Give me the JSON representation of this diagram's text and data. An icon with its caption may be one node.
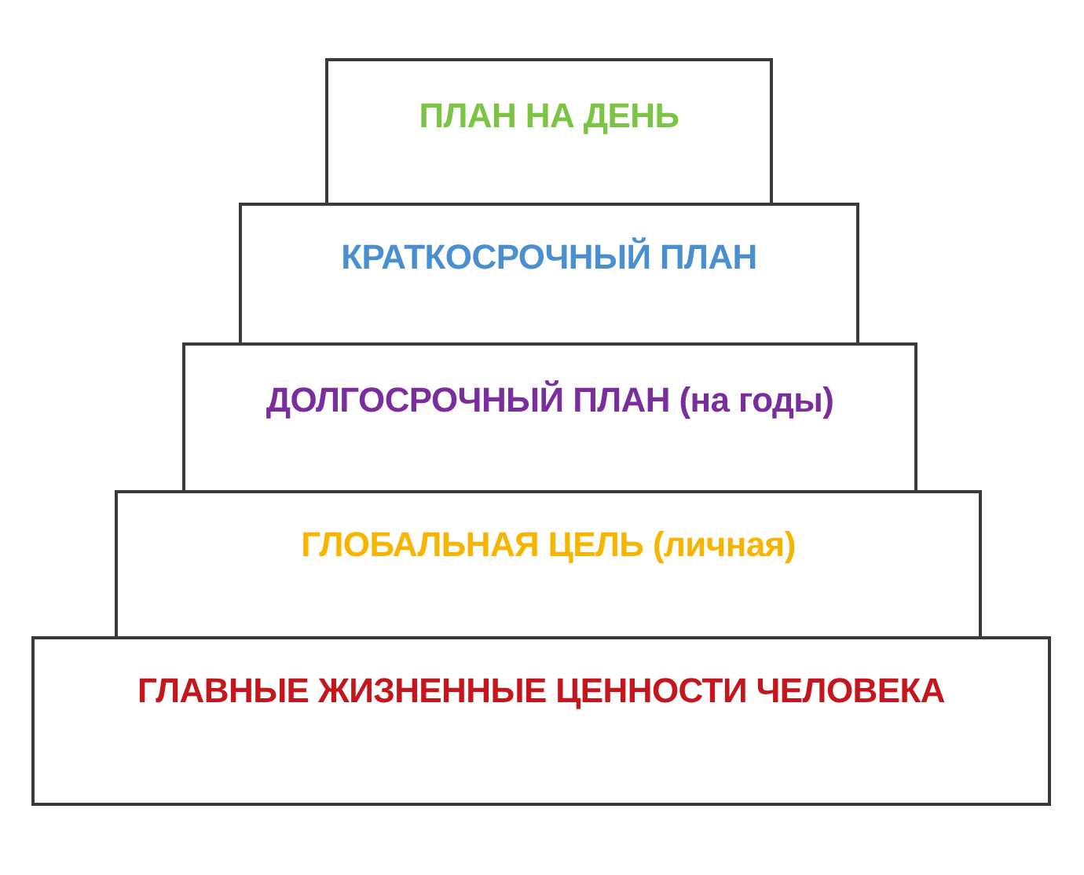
{
  "diagram": {
    "nodes": [
      {
        "text": [
          "ПЛАН НА ДЕНЬ"
        ]
      },
      {
        "text": [
          "КРАТКОСРОЧНЫЙ ПЛАН"
        ]
      },
      {
        "text": [
          "ДОЛГОСРОЧНЫЙ ПЛАН (на годы)"
        ]
      },
      {
        "text": [
          "ГЛОБАЛЬНАЯ ЦЕЛЬ (личная)"
        ]
      },
      {
        "text": [
          "ГЛАВНЫЕ ЖИЗНЕННЫЕ ЦЕННОСТИ ЧЕЛОВЕКА"
        ]
      }
    ]
  }
}
